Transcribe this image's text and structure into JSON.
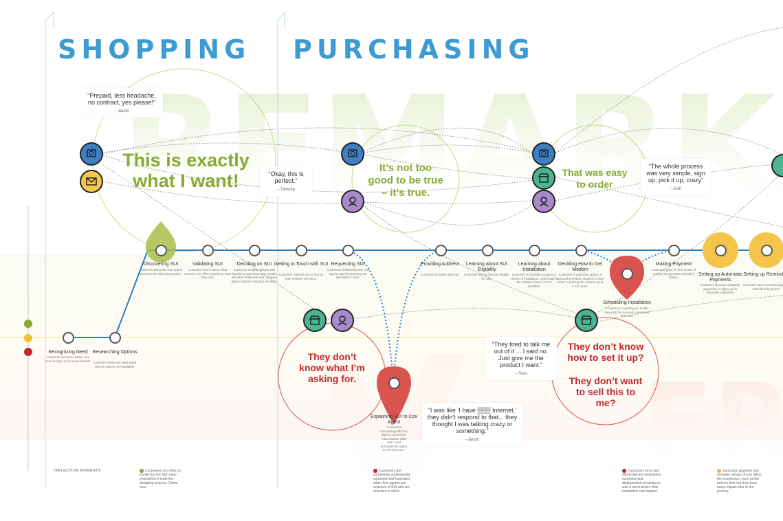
{
  "sections": {
    "shopping": "SHOPPING",
    "purchasing": "PURCHASING"
  },
  "watermarks": {
    "top": "REMARKA",
    "bottom_left": "V",
    "bottom_right": "FR"
  },
  "steps": [
    {
      "title": "Recognizing Need",
      "desc": "Customer becomes aware of a need to sign up for wired internet."
    },
    {
      "title": "Researching Options",
      "desc": "Customer looks into what wired internet options are available."
    },
    {
      "title": "Discovering SUI",
      "desc": "Customer discovers SUI and is struck by the value proposition."
    },
    {
      "title": "Validating SUI",
      "desc": "Customer learns about what services Cox offers and how much they cost."
    },
    {
      "title": "Deciding on SUI",
      "desc": "Customer weighs options and decides to purchase SUI. Doubts will often deliberate and compare options before making a decision."
    },
    {
      "title": "Getting in Touch with SUI",
      "desc": "Customer reaches out to SUI by their channel of choice."
    },
    {
      "title": "Requesting SUI",
      "desc": "Customers interacting with Cox agents specify that they are interested in SUI."
    },
    {
      "title": "Providing Address",
      "desc": "Customer provides address."
    },
    {
      "title": "Learning about SUI Eligibility",
      "desc": "Customer learns they are eligible for SUI."
    },
    {
      "title": "Learning about Installation",
      "desc": "Customer is formally not given a choice of installation. Self install is the default unless it is not available."
    },
    {
      "title": "Deciding How to Get Modem",
      "desc": "Customer is given the option of having the modem shipped to their home or picking the modem up at a Cox store."
    },
    {
      "title": "Making Payment",
      "desc": "Customer pays for first month of service by payment method of choice."
    },
    {
      "title": "Setting up Automatic Payments",
      "desc": "Customer chooses automatic payments or signs up for automatic payments."
    },
    {
      "title": "Setting up Reminders",
      "desc": "Customer opts to receive payment reminders by phone."
    },
    {
      "title": "Explaining SUI to Cox Agent",
      "desc": "Customers interacting with Cox agents sometimes must explain what SUI is and persuade the agent to sell them SUI."
    },
    {
      "title": "Scheduling Installation",
      "desc": "If customer is getting pro install, they pick the soonest convenient time slot."
    }
  ],
  "quotes": [
    {
      "text": "“Prepaid, less headache, no contract, yes please!”",
      "by": "–  Jacob"
    },
    {
      "text": "“Okay, this is perfect.”",
      "by": "– Tameka"
    },
    {
      "text": "“The whole process was very simple, sign up, pick it up, crazy”",
      "by": "- Josh"
    },
    {
      "text": "“They tried to talk me out of it ... I said no. Just give me the product I want.”",
      "by": "– Sam"
    },
    {
      "text": "“I was like ‘I have ▒▒▒ Internet,’ they didn’t respond to that... they thought I was talking crazy or something.”",
      "by": "–Jacob"
    }
  ],
  "highlights": {
    "exactly": "This is exactly what I want!",
    "not_too_good": "It’s not too good to be true – it’s true.",
    "easy": "That was easy to order",
    "dont_know": "They don’t know what I’m asking for.",
    "set_up": "They don’t know how to set it up?",
    "sell": "They don’t want to sell this to me?"
  },
  "inflection": {
    "label": "INFLECTION MOMENTS",
    "notes": [
      {
        "text": "Customers are often so excited by the SUI value proposition it ends the shopping process. Game over.",
        "color": "#8aa832"
      },
      {
        "text": "Customers are sometimes unpleasantly surprised and frustrated when Cox agents are unaware of SUI and are reluctant to sell it.",
        "color": "#c0272d"
      },
      {
        "text": "Customers who can't self-install are sometimes surprised and disappointed at having to wait a week before their installation can happen.",
        "color": "#c0272d"
      },
      {
        "text": "Automatic payment and reminder setups do not affect the experience much at this point in time but they have major impact later in the journey.",
        "color": "#f1c232"
      }
    ]
  },
  "colors": {
    "blue": "#3e9bd1",
    "green": "#8aa832",
    "red": "#c0272d",
    "yellow": "#f1c232",
    "pin": "#d9534f"
  },
  "icons": [
    "web-icon",
    "email-icon",
    "store-icon",
    "agent-icon"
  ]
}
